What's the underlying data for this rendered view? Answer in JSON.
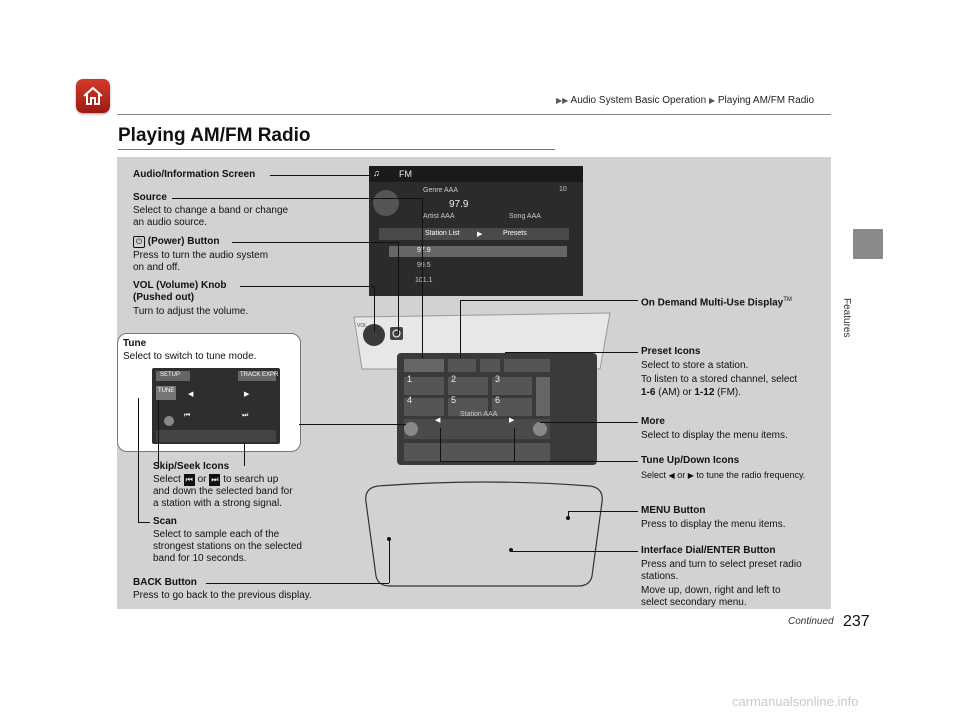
{
  "breadcrumb": {
    "part1": "Audio System Basic Operation",
    "part2": "Playing AM/FM Radio"
  },
  "page": {
    "title": "Playing AM/FM Radio",
    "side_label": "Features",
    "continued": "Continued",
    "number": "237"
  },
  "callouts": {
    "audio_screen": "Audio/Information Screen",
    "source_title": "Source",
    "source_desc1": "Select to change a band or change",
    "source_desc2": "an audio source.",
    "power_title": "(Power) Button",
    "power_desc1": "Press to turn the audio system",
    "power_desc2": "on and off.",
    "vol_title1": "VOL (Volume) Knob",
    "vol_title2": "(Pushed out)",
    "vol_desc": "Turn to adjust the volume.",
    "tune_title": "Tune",
    "tune_desc": "Select to switch to tune mode.",
    "skip_title": "Skip/Seek Icons",
    "skip_pre": "Select",
    "skip_or": "or",
    "skip_post": "to search up",
    "skip_desc2": "and down the selected band for",
    "skip_desc3": "a station with a strong signal.",
    "scan_title": "Scan",
    "scan_desc1": "Select to sample each of the",
    "scan_desc2": "strongest stations on the selected",
    "scan_desc3": "band for 10 seconds.",
    "back_title": "BACK Button",
    "back_desc": "Press to go back to the previous display.",
    "ondemand_title": "On Demand Multi-Use Display",
    "ondemand_tm": "TM",
    "preset_title": "Preset Icons",
    "preset_desc1": "Select to store a station.",
    "preset_desc2": "To listen to a stored channel, select",
    "preset_r1": "1-6",
    "preset_r1_unit": "(AM) or",
    "preset_r2": "1-12",
    "preset_r2_unit": "(FM).",
    "more_title": "More",
    "more_desc": "Select to display the menu items.",
    "tuneud_title": "Tune Up/Down Icons",
    "tuneud_pre": "Select",
    "tuneud_or": "or",
    "tuneud_post": "to tune the radio frequency.",
    "menu_title": "MENU Button",
    "menu_desc": "Press to display the menu items.",
    "dial_title": "Interface Dial/ENTER Button",
    "dial_desc1": "Press and turn to select preset radio",
    "dial_desc2": "stations.",
    "dial_desc3": "Move up, down, right and left to",
    "dial_desc4": "select secondary menu."
  },
  "screen": {
    "band": "FM",
    "genre": "Genre AAA",
    "freq": "97.9",
    "artist": "Artist AAA",
    "song": "Song AAA",
    "tab1": "Station List",
    "tab2": "Presets",
    "stations": [
      "97.9",
      "99.5",
      "101.1"
    ],
    "vol_level": "10"
  },
  "console": {
    "presets": [
      "1",
      "2",
      "3",
      "4",
      "5",
      "6"
    ],
    "station": "Station AAA",
    "vol_label": "VOL"
  },
  "tune_screen": {
    "btn_left": "SETUP",
    "btn_right": "TRACK EXPR",
    "tune_label": "TUNE"
  },
  "watermark": "carmanualsonline.info",
  "colors": {
    "home_button": "#c0281d",
    "panel_bg": "#d2d2d2",
    "side_tab": "#8a8a8a"
  }
}
